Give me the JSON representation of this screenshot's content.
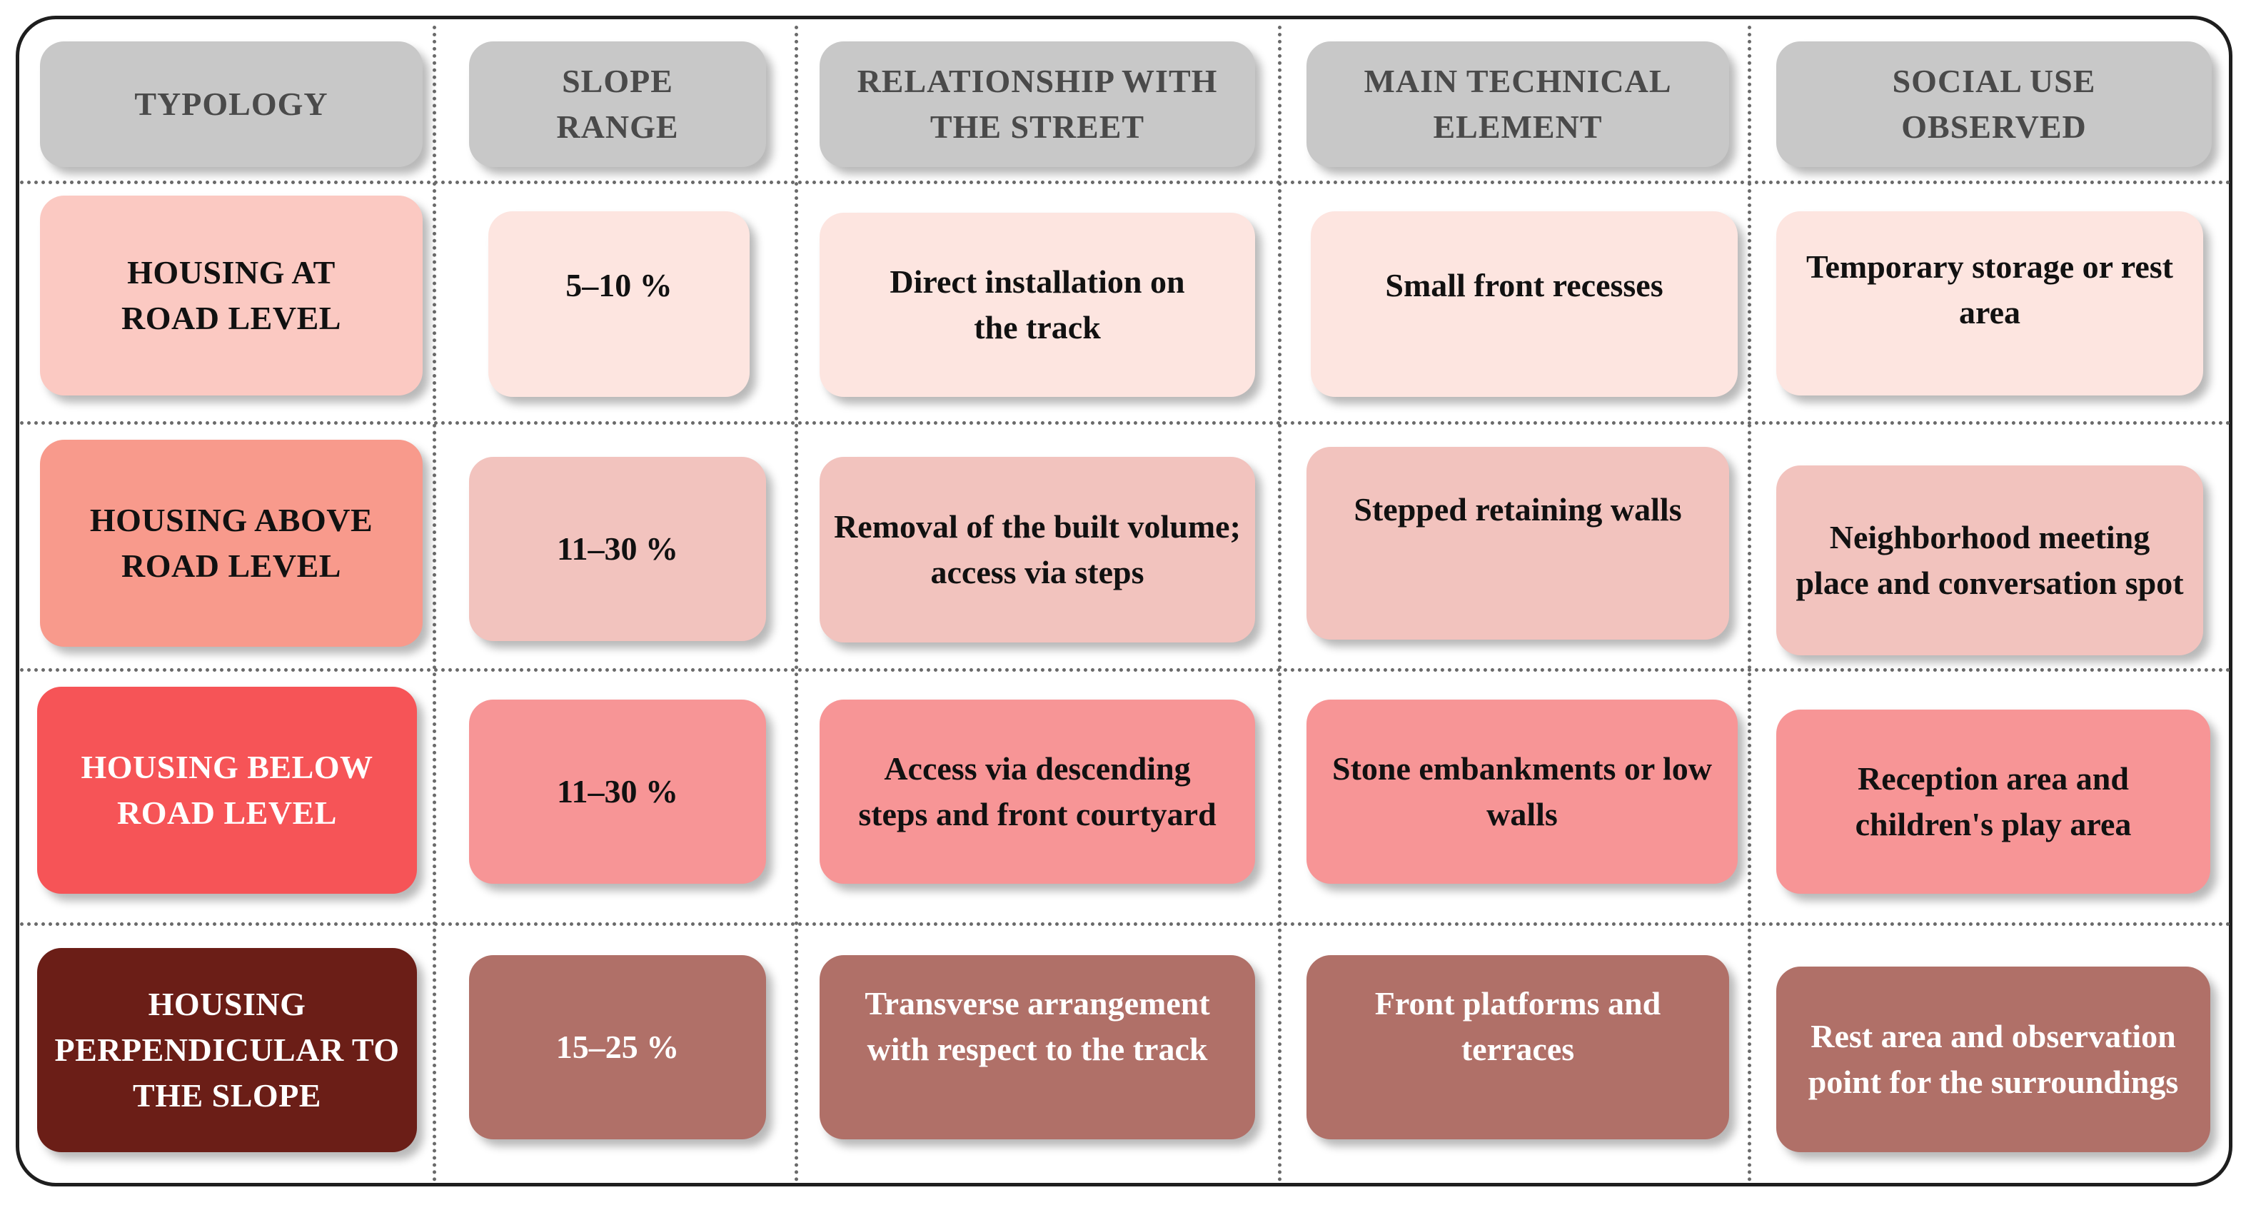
{
  "headers": [
    "TYPOLOGY",
    "SLOPE RANGE",
    "RELATIONSHIP WITH THE STREET",
    "MAIN TECHNICAL ELEMENT",
    "SOCIAL USE OBSERVED"
  ],
  "rows": [
    {
      "typology": "HOUSING AT ROAD LEVEL",
      "slope_range": "5–10 %",
      "relationship": "Direct installation on the track",
      "technical_element": "Small front recesses",
      "social_use": "Temporary storage or rest area"
    },
    {
      "typology": "HOUSING ABOVE ROAD LEVEL",
      "slope_range": "11–30 %",
      "relationship": "Removal of the built volume; access via steps",
      "technical_element": "Stepped retaining walls",
      "social_use": "Neighborhood meeting place and conversation spot"
    },
    {
      "typology": "HOUSING BELOW ROAD LEVEL",
      "slope_range": "11–30 %",
      "relationship": "Access via descending steps and front courtyard",
      "technical_element": "Stone embankments or low walls",
      "social_use": "Reception area and children's play area"
    },
    {
      "typology": "HOUSING PERPENDICULAR TO THE SLOPE",
      "slope_range": "15–25 %",
      "relationship": "Transverse arrangement with respect to the track",
      "technical_element": "Front platforms and terraces",
      "social_use": "Rest area and observation point for the surroundings"
    }
  ],
  "colors": {
    "header_fill": "#c8c8c8",
    "row1_label": "#fbc9c2",
    "row1_cell": "#fde5e0",
    "row2_label": "#f89a8c",
    "row2_cell": "#f2c3be",
    "row3_label": "#f65457",
    "row3_cell": "#f79596",
    "row4_label": "#6b1e17",
    "row4_cell": "#b07068"
  }
}
